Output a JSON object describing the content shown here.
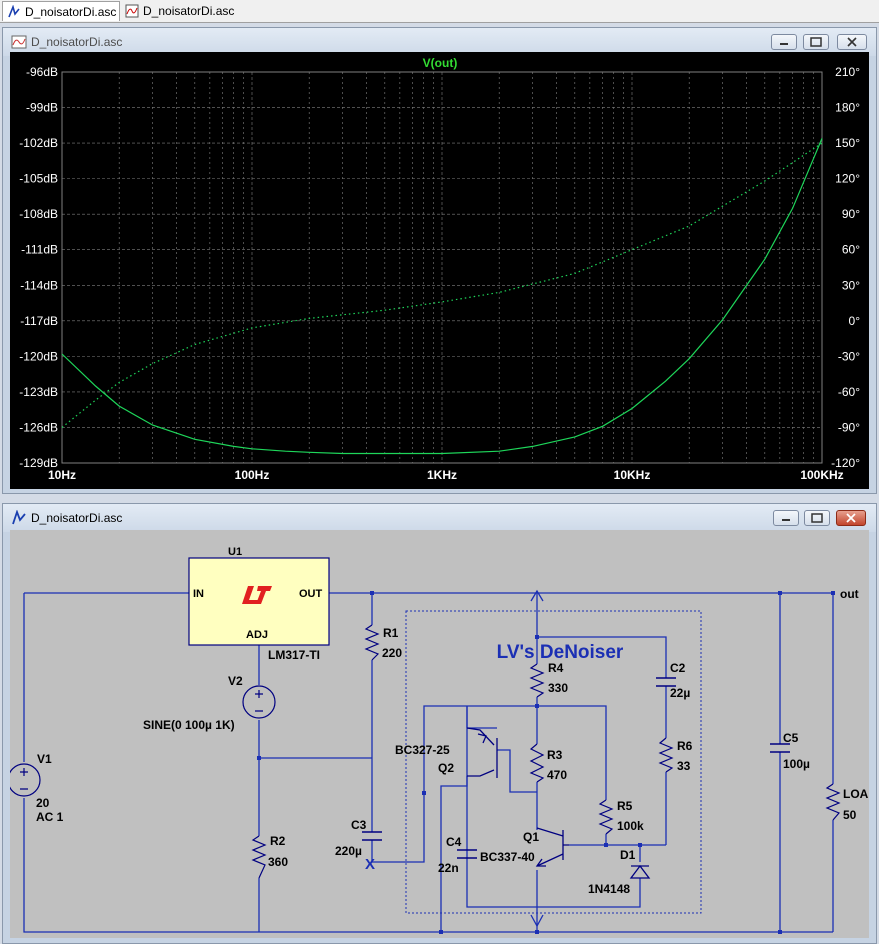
{
  "tabs": [
    {
      "label": "D_noisatorDi.asc",
      "icon": "schematic-icon"
    },
    {
      "label": "D_noisatorDi.asc",
      "icon": "waveform-icon"
    }
  ],
  "plot_window": {
    "title": "D_noisatorDi.asc"
  },
  "schematic_window": {
    "title": "D_noisatorDi.asc"
  },
  "chart_data": {
    "type": "line",
    "title": "V(out)",
    "x_scale": "log",
    "x_range": [
      10,
      100000
    ],
    "x_ticks": [
      "10Hz",
      "100Hz",
      "1KHz",
      "10KHz",
      "100KHz"
    ],
    "y_left_range": [
      -129,
      -96
    ],
    "y_left_ticks": [
      "-96dB",
      "-99dB",
      "-102dB",
      "-105dB",
      "-108dB",
      "-111dB",
      "-114dB",
      "-117dB",
      "-120dB",
      "-123dB",
      "-126dB",
      "-129dB"
    ],
    "y_right_range": [
      -120,
      210
    ],
    "y_right_ticks": [
      "210°",
      "180°",
      "150°",
      "120°",
      "90°",
      "60°",
      "30°",
      "0°",
      "-30°",
      "-60°",
      "-90°",
      "-120°"
    ],
    "grid": true,
    "colors": {
      "trace": "#1ed65a",
      "grid": "#808080",
      "background": "#000000",
      "title": "#33dd33"
    },
    "series": [
      {
        "name": "V(out)",
        "axis": "left",
        "style": "solid",
        "x": [
          10,
          15,
          20,
          30,
          50,
          80,
          100,
          150,
          200,
          300,
          500,
          1000,
          2000,
          3000,
          5000,
          7000,
          10000,
          15000,
          20000,
          30000,
          50000,
          70000,
          100000
        ],
        "y": [
          -119.8,
          -122.5,
          -124.2,
          -125.8,
          -127.0,
          -127.6,
          -127.8,
          -128.0,
          -128.1,
          -128.2,
          -128.2,
          -128.2,
          -128.0,
          -127.6,
          -126.8,
          -125.9,
          -124.4,
          -122.1,
          -120.2,
          -116.9,
          -111.8,
          -107.5,
          -101.6
        ]
      },
      {
        "axis": "right",
        "style": "dotted",
        "x": [
          10,
          15,
          20,
          30,
          50,
          100,
          200,
          500,
          1000,
          2000,
          5000,
          10000,
          20000,
          50000,
          100000
        ],
        "y": [
          -90,
          -67,
          -52,
          -36,
          -20,
          -6,
          2,
          9,
          16,
          24,
          40,
          60,
          80,
          118,
          150
        ]
      }
    ]
  },
  "schematic": {
    "u1": {
      "ref": "U1",
      "model": "LM317-TI",
      "pins": {
        "in": "IN",
        "out": "OUT",
        "adj": "ADJ"
      }
    },
    "v1": {
      "ref": "V1",
      "value1": "20",
      "value2": "AC 1"
    },
    "v2": {
      "ref": "V2",
      "value": "SINE(0 100µ 1K)"
    },
    "r1": {
      "ref": "R1",
      "value": "220"
    },
    "r2": {
      "ref": "R2",
      "value": "360"
    },
    "r3": {
      "ref": "R3",
      "value": "470"
    },
    "r4": {
      "ref": "R4",
      "value": "330"
    },
    "r5": {
      "ref": "R5",
      "value": "100k"
    },
    "r6": {
      "ref": "R6",
      "value": "33"
    },
    "c2": {
      "ref": "C2",
      "value": "22µ"
    },
    "c3": {
      "ref": "C3",
      "value": "220µ"
    },
    "c4": {
      "ref": "C4",
      "value": "22n"
    },
    "c5": {
      "ref": "C5",
      "value": "100µ"
    },
    "q1": {
      "ref": "Q1",
      "model": "BC337-40"
    },
    "q2": {
      "ref": "Q2",
      "model": "BC327-25"
    },
    "d1": {
      "ref": "D1",
      "model": "1N4148"
    },
    "load": {
      "ref": "LOA",
      "value": "50"
    },
    "net_out": "out",
    "block_label": "LV's DeNoiser",
    "x_marker": "X",
    "colors": {
      "wire": "#1b2fb4",
      "component": "#000080",
      "ic_fill": "#ffffc0",
      "block_label": "#1b2fb4"
    }
  }
}
